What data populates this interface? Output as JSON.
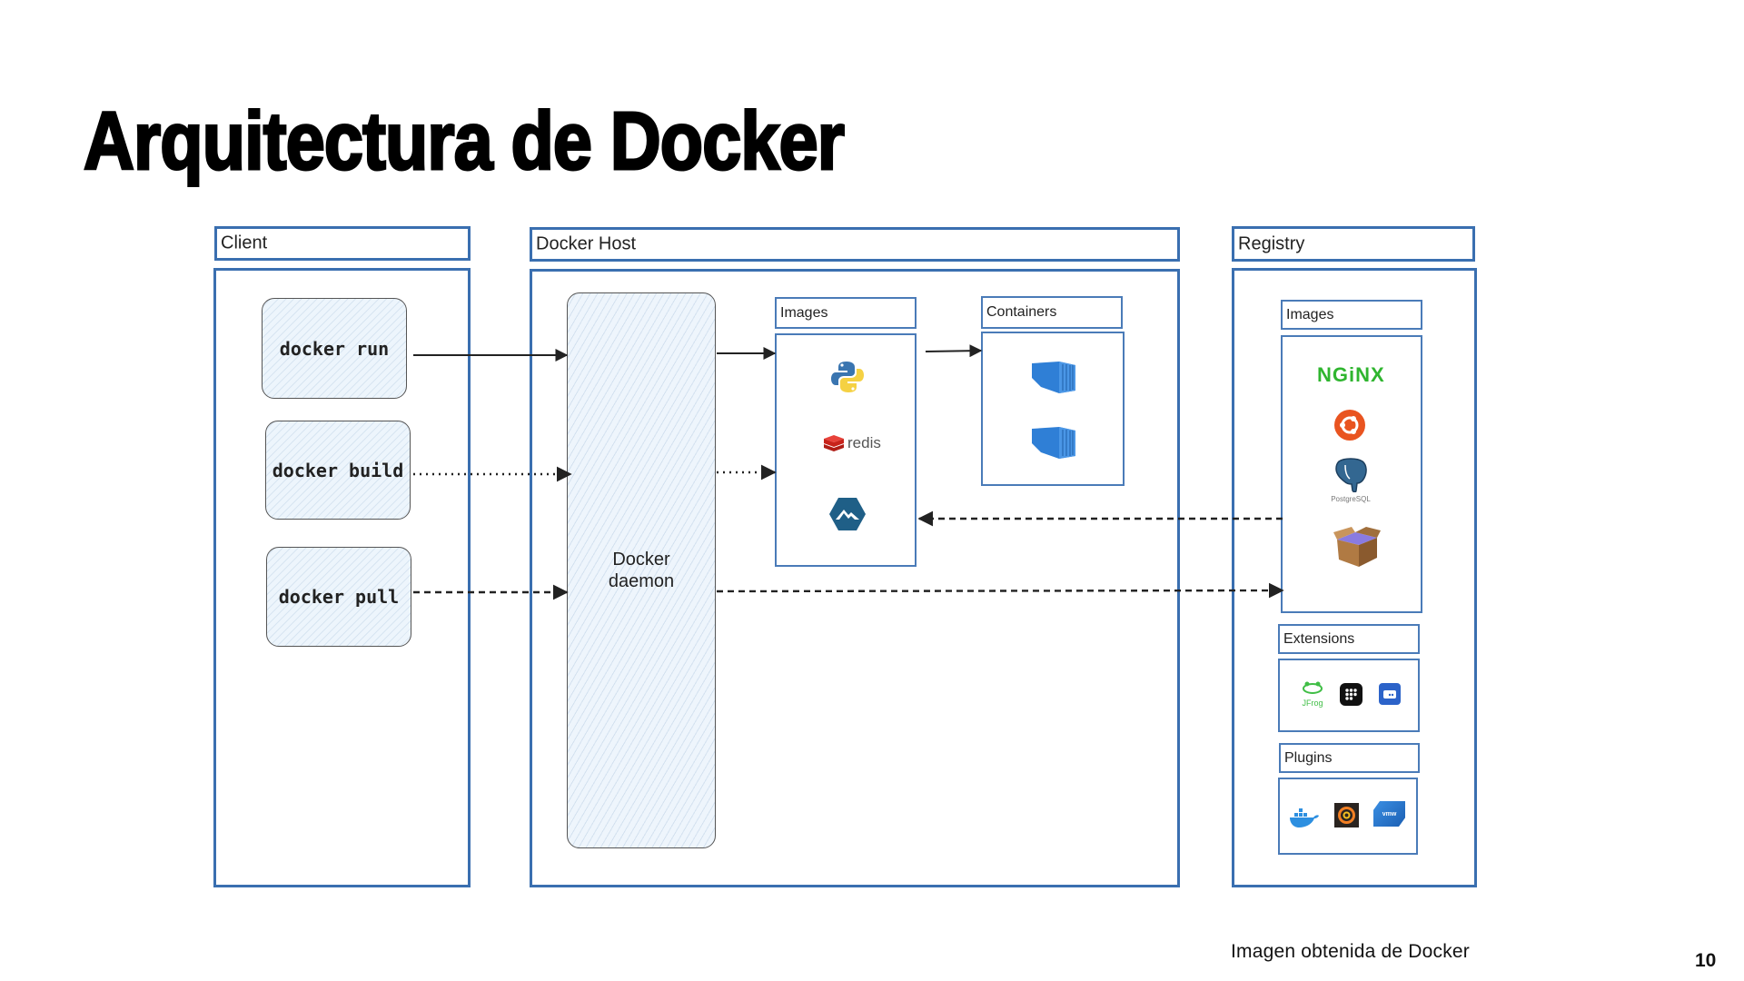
{
  "slide": {
    "title": "Arquitectura de Docker",
    "caption": "Imagen obtenida de Docker",
    "page_number": "10"
  },
  "diagram": {
    "client": {
      "title": "Client",
      "commands": [
        "docker run",
        "docker build",
        "docker pull"
      ]
    },
    "docker_host": {
      "title": "Docker Host",
      "daemon_label_line1": "Docker",
      "daemon_label_line2": "daemon",
      "images": {
        "title": "Images",
        "items": [
          "python-icon",
          "redis-icon",
          "alpine-icon"
        ],
        "redis_text": "redis"
      },
      "containers": {
        "title": "Containers",
        "items": [
          "container-icon",
          "container-icon"
        ]
      }
    },
    "registry": {
      "title": "Registry",
      "images": {
        "title": "Images",
        "items": [
          "nginx-logo",
          "ubuntu-icon",
          "postgresql-icon",
          "box-icon"
        ],
        "nginx_text": "NGiNX",
        "postgres_text": "PostgreSQL"
      },
      "extensions": {
        "title": "Extensions",
        "items": [
          "jfrog-icon",
          "grid-app-icon",
          "disk-app-icon"
        ],
        "jfrog_text": "JFrog"
      },
      "plugins": {
        "title": "Plugins",
        "items": [
          "docker-whale-icon",
          "grafana-icon",
          "vmware-icon"
        ],
        "vmware_text": "vmw"
      }
    },
    "connections": [
      {
        "from": "docker run",
        "to": "Docker daemon",
        "style": "solid"
      },
      {
        "from": "docker build",
        "to": "Docker daemon",
        "style": "dotted"
      },
      {
        "from": "docker pull",
        "to": "Docker daemon",
        "style": "dashed"
      },
      {
        "from": "Docker daemon",
        "to": "Images",
        "style": "solid"
      },
      {
        "from": "Docker daemon",
        "to": "Images",
        "style": "dotted"
      },
      {
        "from": "Images",
        "to": "Containers",
        "style": "solid"
      },
      {
        "from": "Registry Images",
        "to": "Images",
        "style": "dashed"
      },
      {
        "from": "Docker daemon",
        "to": "Registry Images",
        "style": "dashed"
      }
    ],
    "colors": {
      "frame": "#3a6fb0",
      "box_fill": "#edf5fc",
      "nginx": "#2fb52f",
      "ubuntu": "#e95420",
      "redis": "#d82c20",
      "container": "#2f7fd6"
    }
  }
}
